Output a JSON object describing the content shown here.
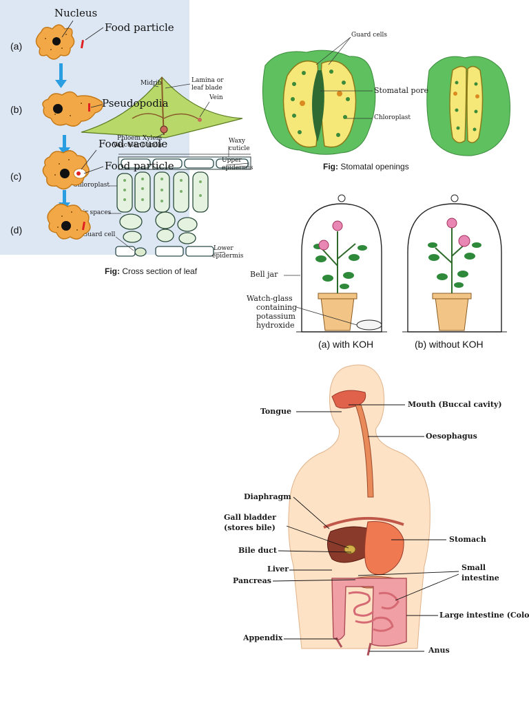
{
  "leaf": {
    "labels": {
      "midrib": "Midrib",
      "lamina": "Lamina or",
      "lamina2": "leaf blade",
      "vein": "Vein",
      "phloem_xylem": "Phloem Xylem",
      "vascular": "Vascular bundle",
      "waxy": "Waxy",
      "cuticle": "cuticle",
      "upper": "Upper",
      "epidermis": "epidermis",
      "chloroplast": "Chloroplast",
      "air": "Air spaces",
      "guard": "Guard cell",
      "lower": "Lower",
      "lower_epi": "epidermis"
    },
    "caption_bold": "Fig:",
    "caption": " Cross section of leaf"
  },
  "stomata": {
    "labels": {
      "guard": "Guard cells",
      "pore": "Stomatal pore",
      "chloroplast": "Chloroplast"
    },
    "caption_bold": "Fig:",
    "caption": " Stomatal openings"
  },
  "belljar": {
    "labels": {
      "jar": "Bell jar",
      "watch1": "Watch-glass",
      "watch2": "containing",
      "watch3": "potassium",
      "watch4": "hydroxide"
    },
    "caption_a": "(a) with KOH",
    "caption_b": "(b) without KOH"
  },
  "amoeba": {
    "labels": {
      "nucleus": "Nucleus",
      "food1": "Food particle",
      "pseudo": "Pseudopodia",
      "vacuole": "Food vacuole",
      "food2": "Food particle"
    },
    "steps": [
      "(a)",
      "(b)",
      "(c)",
      "(d)"
    ]
  },
  "digestive": {
    "labels": {
      "tongue": "Tongue",
      "mouth": "Mouth (Buccal cavity)",
      "oesophagus": "Oesophagus",
      "diaphragm": "Diaphragm",
      "gall1": "Gall bladder",
      "gall2": "(stores bile)",
      "stomach": "Stomach",
      "bile": "Bile duct",
      "liver": "Liver",
      "small1": "Small",
      "small2": "intestine",
      "pancreas": "Pancreas",
      "large": "Large intestine (Colon)",
      "appendix": "Appendix",
      "anus": "Anus"
    }
  }
}
